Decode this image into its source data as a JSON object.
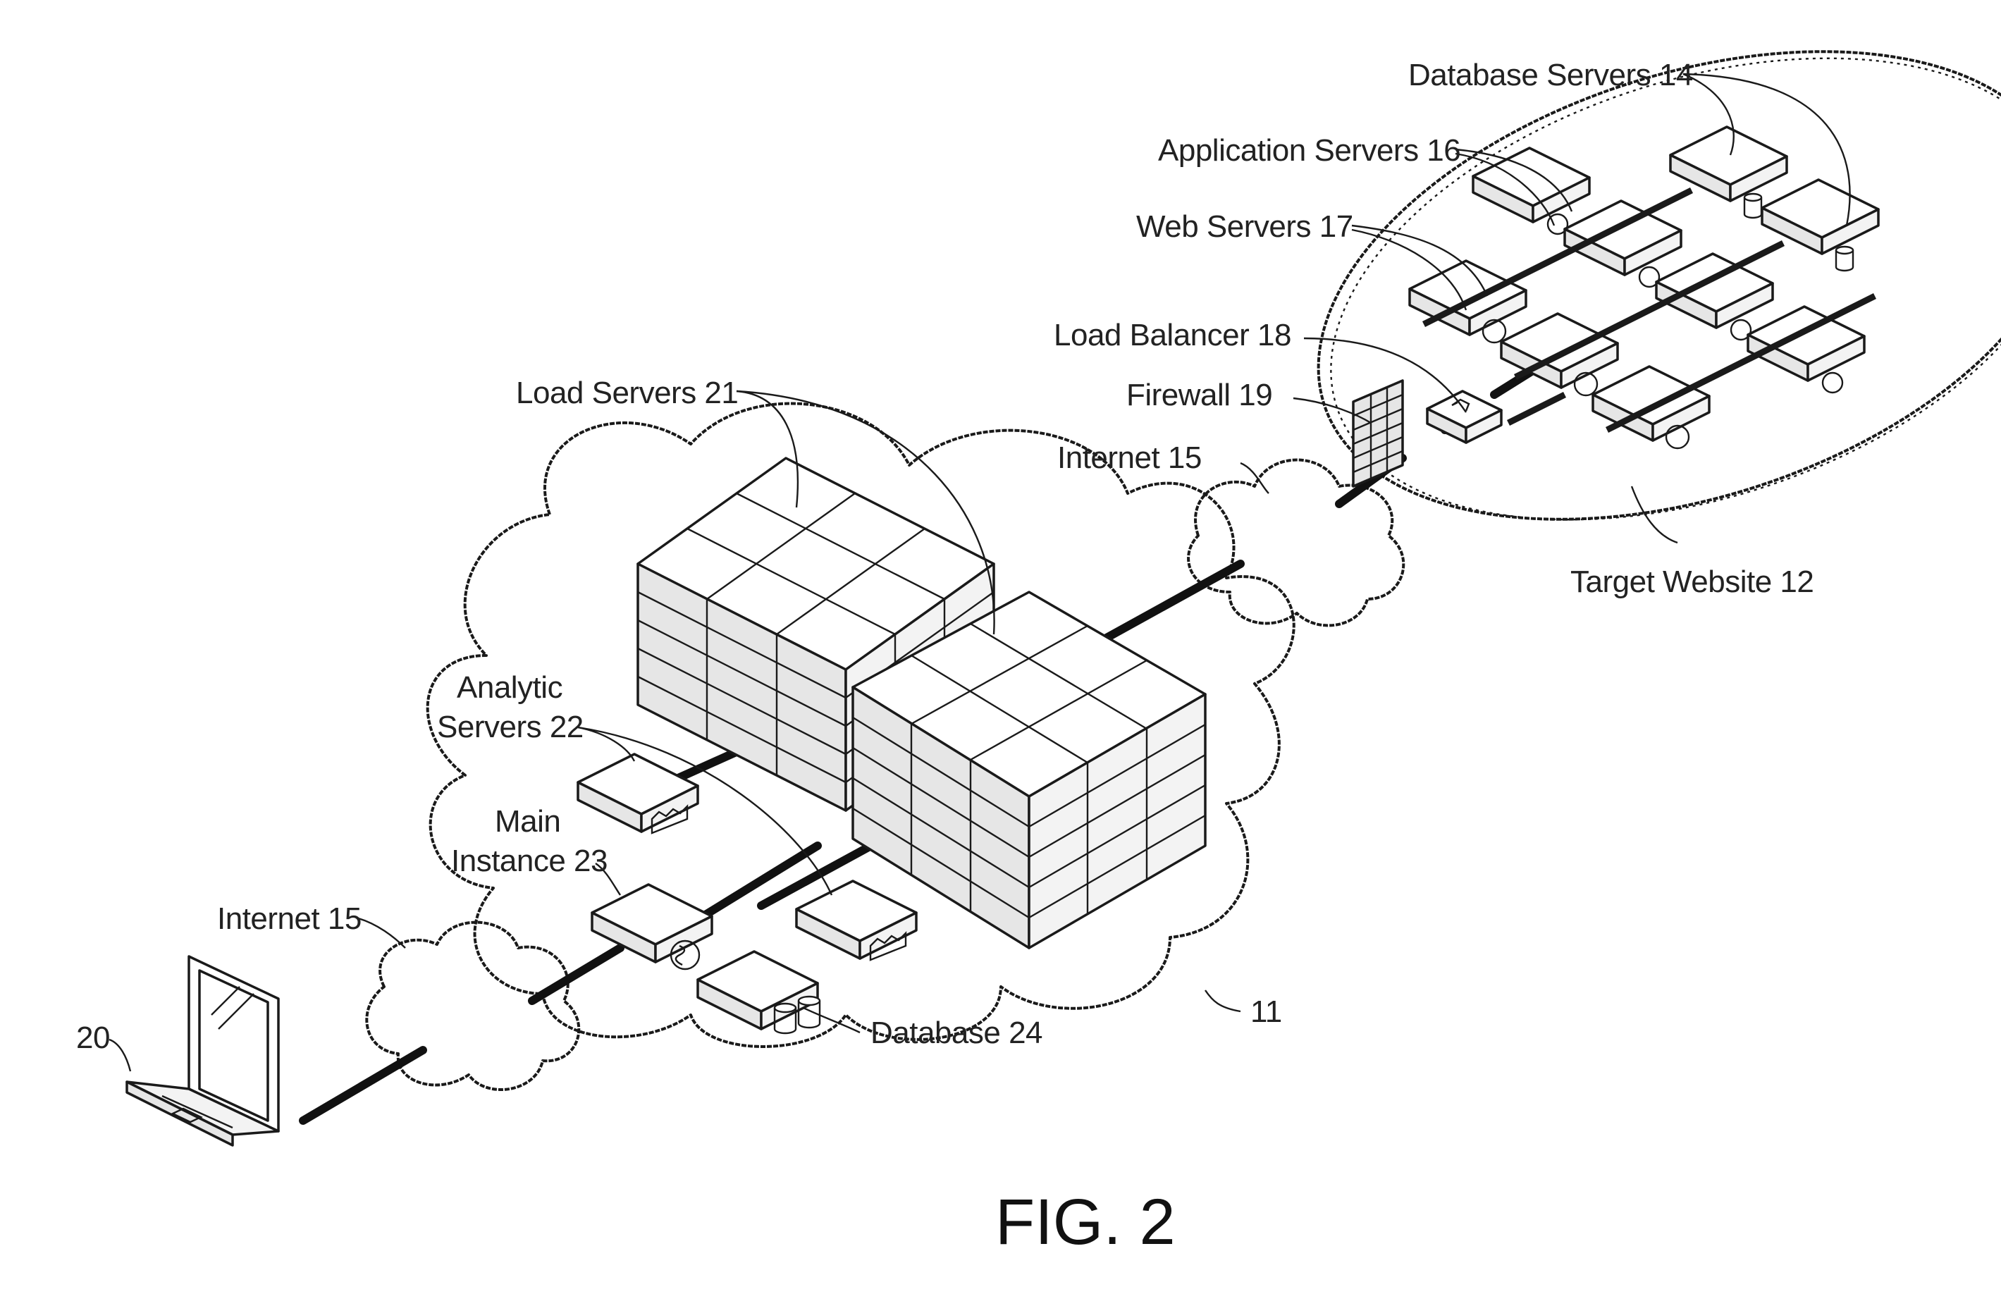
{
  "labels": {
    "database_servers": "Database Servers  14",
    "application_servers": "Application Servers  16",
    "web_servers": "Web Servers  17",
    "load_balancer": "Load Balancer  18",
    "firewall": "Firewall  19",
    "internet_upper": "Internet  15",
    "load_servers": "Load Servers  21",
    "target_website": "Target Website  12",
    "analytic_line1": "Analytic",
    "analytic_line2": "Servers  22",
    "main_line1": "Main",
    "main_line2": "Instance  23",
    "internet_lower": "Internet  15",
    "client": "20",
    "database": "Database  24",
    "cloud_ref": "11"
  },
  "figure_caption": "FIG. 2",
  "colors": {
    "ink": "#1a1a1a",
    "paper": "#ffffff"
  }
}
